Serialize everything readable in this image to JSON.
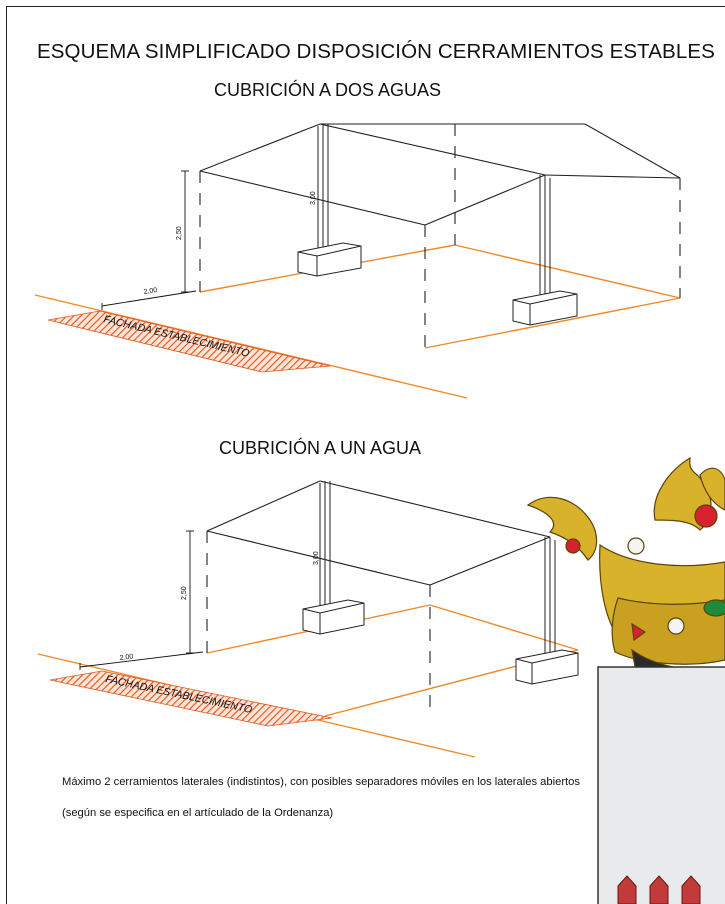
{
  "title": "ESQUEMA SIMPLIFICADO DISPOSICIÓN CERRAMIENTOS  ESTABLES",
  "section1": {
    "heading": "CUBRICIÓN A DOS AGUAS",
    "height_label": "2,50",
    "ridge_label": "3,00",
    "offset_label": "2,00",
    "facade_label": "FACHADA ESTABLECIMIENTO"
  },
  "section2": {
    "heading": "CUBRICIÓN A UN AGUA",
    "height_label": "2,50",
    "ridge_label": "3,00",
    "offset_label": "2,00",
    "facade_label": "FACHADA ESTABLECIMIENTO"
  },
  "notes": [
    "Máximo 2 cerramientos laterales (indistintos), con posibles separadores móviles en los laterales abiertos",
    "(según se especifica en el artículado de la Ordenanza)"
  ],
  "colors": {
    "ground_line": "#ee8a2a",
    "hatch": "#e0561e",
    "crown_gold": "#d8b22a",
    "crown_red": "#d8202e",
    "crown_green": "#1f8a3a",
    "shield_fill": "#e9eaec",
    "tower_red": "#c23a3a"
  },
  "icons": [
    "crown-icon",
    "shield-icon",
    "tower-icon"
  ]
}
